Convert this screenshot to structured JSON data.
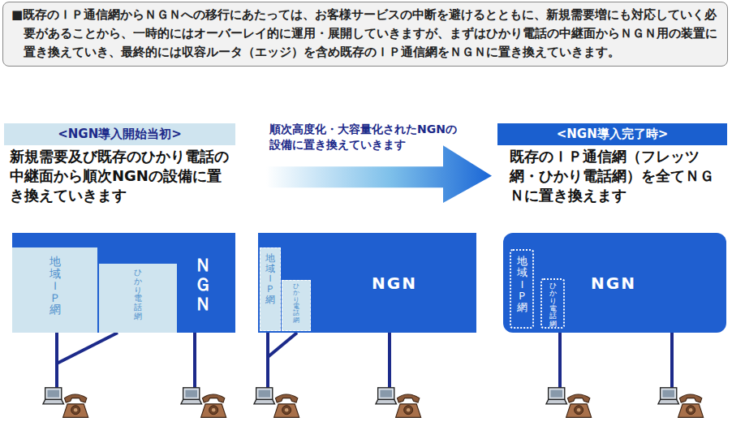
{
  "diagram": {
    "nodes": [
      {
        "text": [
          "■既存のＩＰ通信網からＮＧＮへの移行にあたっては、お客様サービスの中断を避けるとともに、新規需要増にも対応していく必要があることから、一時的にはオーバーレイ的に運用・展開していきますが、まずはひかり電話の中継面からＮＧＮ用の装置に置き換えていき、最終的には収容ルータ（エッジ）を含め既存のＩＰ通信網をＮＧＮに置き換えていきます。"
        ]
      },
      {
        "text": [
          "<NGN導入開始当初>"
        ]
      },
      {
        "text": [
          "順次高度化・大容量化されたNGNの設備に置き換えていきます"
        ]
      },
      {
        "text": [
          "<NGN導入完了時>"
        ]
      },
      {
        "text": [
          "ＮＧＮ"
        ]
      },
      {
        "text": [
          "地域ＩＰ網"
        ],
        "in": 4
      },
      {
        "text": [
          "ひかり電話網"
        ],
        "in": 4
      },
      {
        "text": [
          "NGN"
        ]
      },
      {
        "text": [
          "地域ＩＰ網"
        ],
        "in": 7
      },
      {
        "text": [
          "ひかり電話網"
        ],
        "in": 7
      },
      {
        "text": [
          "NGN"
        ]
      },
      {
        "text": [
          "地域ＩＰ網"
        ],
        "in": 10
      },
      {
        "text": [
          "ひかり電話網"
        ],
        "in": 10
      }
    ],
    "labels": [
      "新規需要及び既存のひかり電話の中継面から順次NGNの設備に置き換えていきます",
      "既存のＩＰ通信網（フレッツ網・ひかり電話網）を全てＮＧＮに置き換えます"
    ]
  }
}
